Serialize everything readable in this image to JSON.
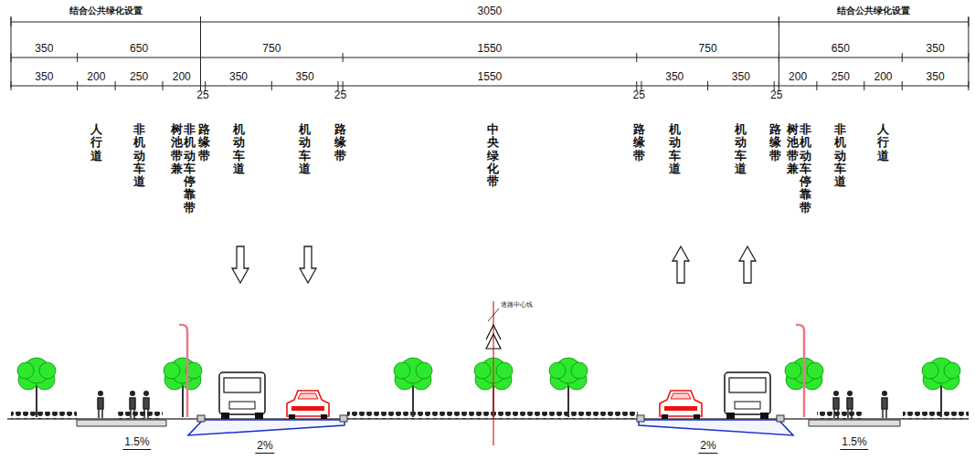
{
  "diagram": {
    "labels": [
      "结合公共绿化设置",
      "3050",
      "结合公共绿化设置",
      "350",
      "650",
      "750",
      "1550",
      "750",
      "650",
      "350",
      "350",
      "200",
      "250",
      "200",
      "350",
      "350",
      "1550",
      "350",
      "350",
      "200",
      "250",
      "200",
      "350",
      "25",
      "25",
      "25",
      "25",
      "人行道",
      "非机动车道",
      "树池带兼",
      "非机动车停靠带",
      "路缘带",
      "机动车道",
      "机动车道",
      "路缘带",
      "中央绿化带",
      "路缘带",
      "机动车道",
      "机动车道",
      "路缘带",
      "树池带兼",
      "非机动车停靠带",
      "非机动车道",
      "人行道",
      "道路中心线",
      "1.5%",
      "2%",
      "2%",
      "1.5%"
    ]
  }
}
